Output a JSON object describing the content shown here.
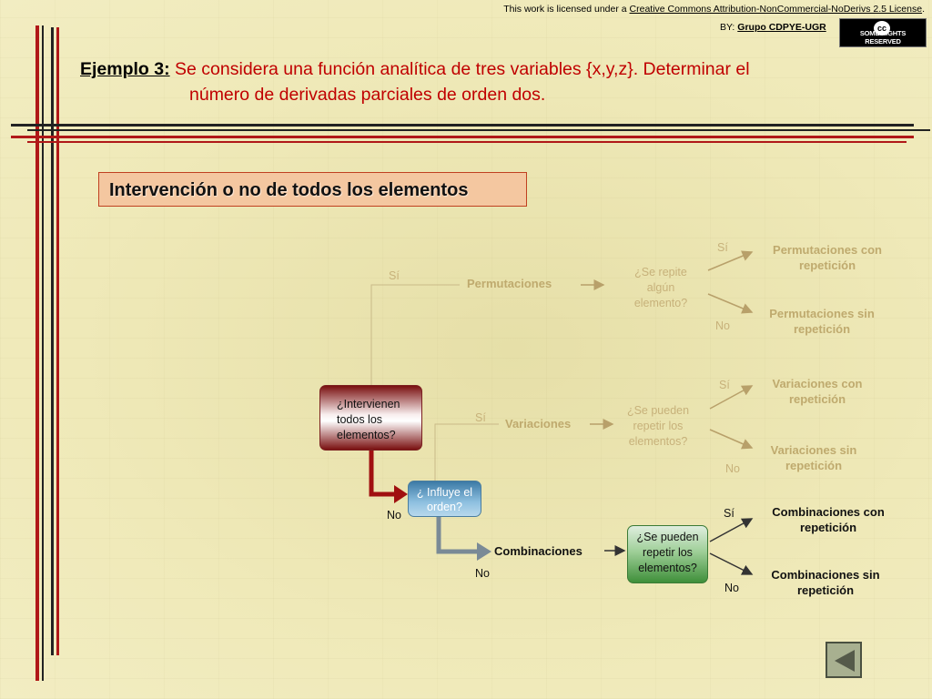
{
  "license": {
    "prefix": "This work is licensed under a ",
    "link_text": "Creative Commons Attribution-NonCommercial-NoDerivs 2.5 License",
    "suffix": ".",
    "by_label": "BY:",
    "by_name": "Grupo CDPYE-UGR",
    "badge_logo": "cc",
    "badge_text": "SOME RIGHTS RESERVED"
  },
  "title": {
    "label": "Ejemplo 3:",
    "line1": " Se considera una función analítica de tres variables {x,y,z}. Determinar el",
    "line2": "número de derivadas parciales de orden dos."
  },
  "section_title": "Intervención o no de todos los elementos",
  "diagram": {
    "root": {
      "lines": [
        "¿Intervienen",
        "todos los",
        "elementos?"
      ]
    },
    "order_question": {
      "lines": [
        "¿ Influye el",
        "orden?"
      ]
    },
    "comb_question": {
      "lines": [
        "¿Se pueden",
        "repetir los",
        "elementos?"
      ]
    },
    "perm_question": {
      "lines": [
        "¿Se repite",
        "algún",
        "elemento?"
      ]
    },
    "var_question": {
      "lines": [
        "¿Se pueden",
        "repetir los",
        "elementos?"
      ]
    },
    "branches": {
      "root_yes": "Sí",
      "root_no": "No",
      "order_yes": "Sí",
      "order_no": "No",
      "perm_yes": "Sí",
      "perm_no": "No",
      "var_yes": "Sí",
      "var_no": "No",
      "comb_yes": "Sí",
      "comb_no": "No"
    },
    "nodes": {
      "permutaciones": "Permutaciones",
      "variaciones": "Variaciones",
      "combinaciones": "Combinaciones"
    },
    "results": {
      "perm_con": [
        "Permutaciones con",
        "repetición"
      ],
      "perm_sin": [
        "Permutaciones sin",
        "repetición"
      ],
      "var_con": [
        "Variaciones con",
        "repetición"
      ],
      "var_sin": [
        "Variaciones sin",
        "repetición"
      ],
      "comb_con": [
        "Combinaciones con",
        "repetición"
      ],
      "comb_sin": [
        "Combinaciones sin",
        "repetición"
      ]
    }
  },
  "colors": {
    "title_red": "#c00000",
    "faded_text": "#bfaa6e",
    "root_arrow": "#a01010",
    "order_arrow": "#7a8a96"
  },
  "navigation": {
    "back_icon": "back-triangle-icon"
  }
}
